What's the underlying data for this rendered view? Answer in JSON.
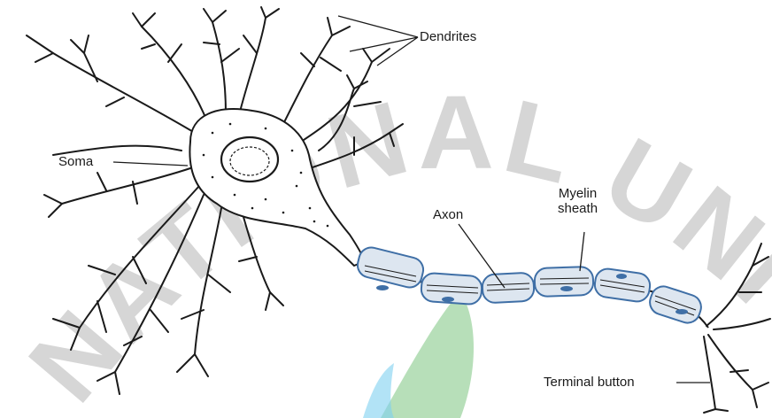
{
  "labels": {
    "dendrites": "Dendrites",
    "soma": "Soma",
    "axon": "Axon",
    "myelin": [
      "Myelin",
      "sheath"
    ],
    "terminal": "Terminal button"
  },
  "watermark": {
    "text": "NATIONAL UNIVERSITY"
  },
  "colors": {
    "ink": "#1a1a1a",
    "myelin_fill": "#dde6f0",
    "myelin_stroke": "#3f6fa6",
    "watermark_gray": "#d6d6d6",
    "watermark_green": "#7cc47f",
    "watermark_blue": "#7fd0f0"
  }
}
